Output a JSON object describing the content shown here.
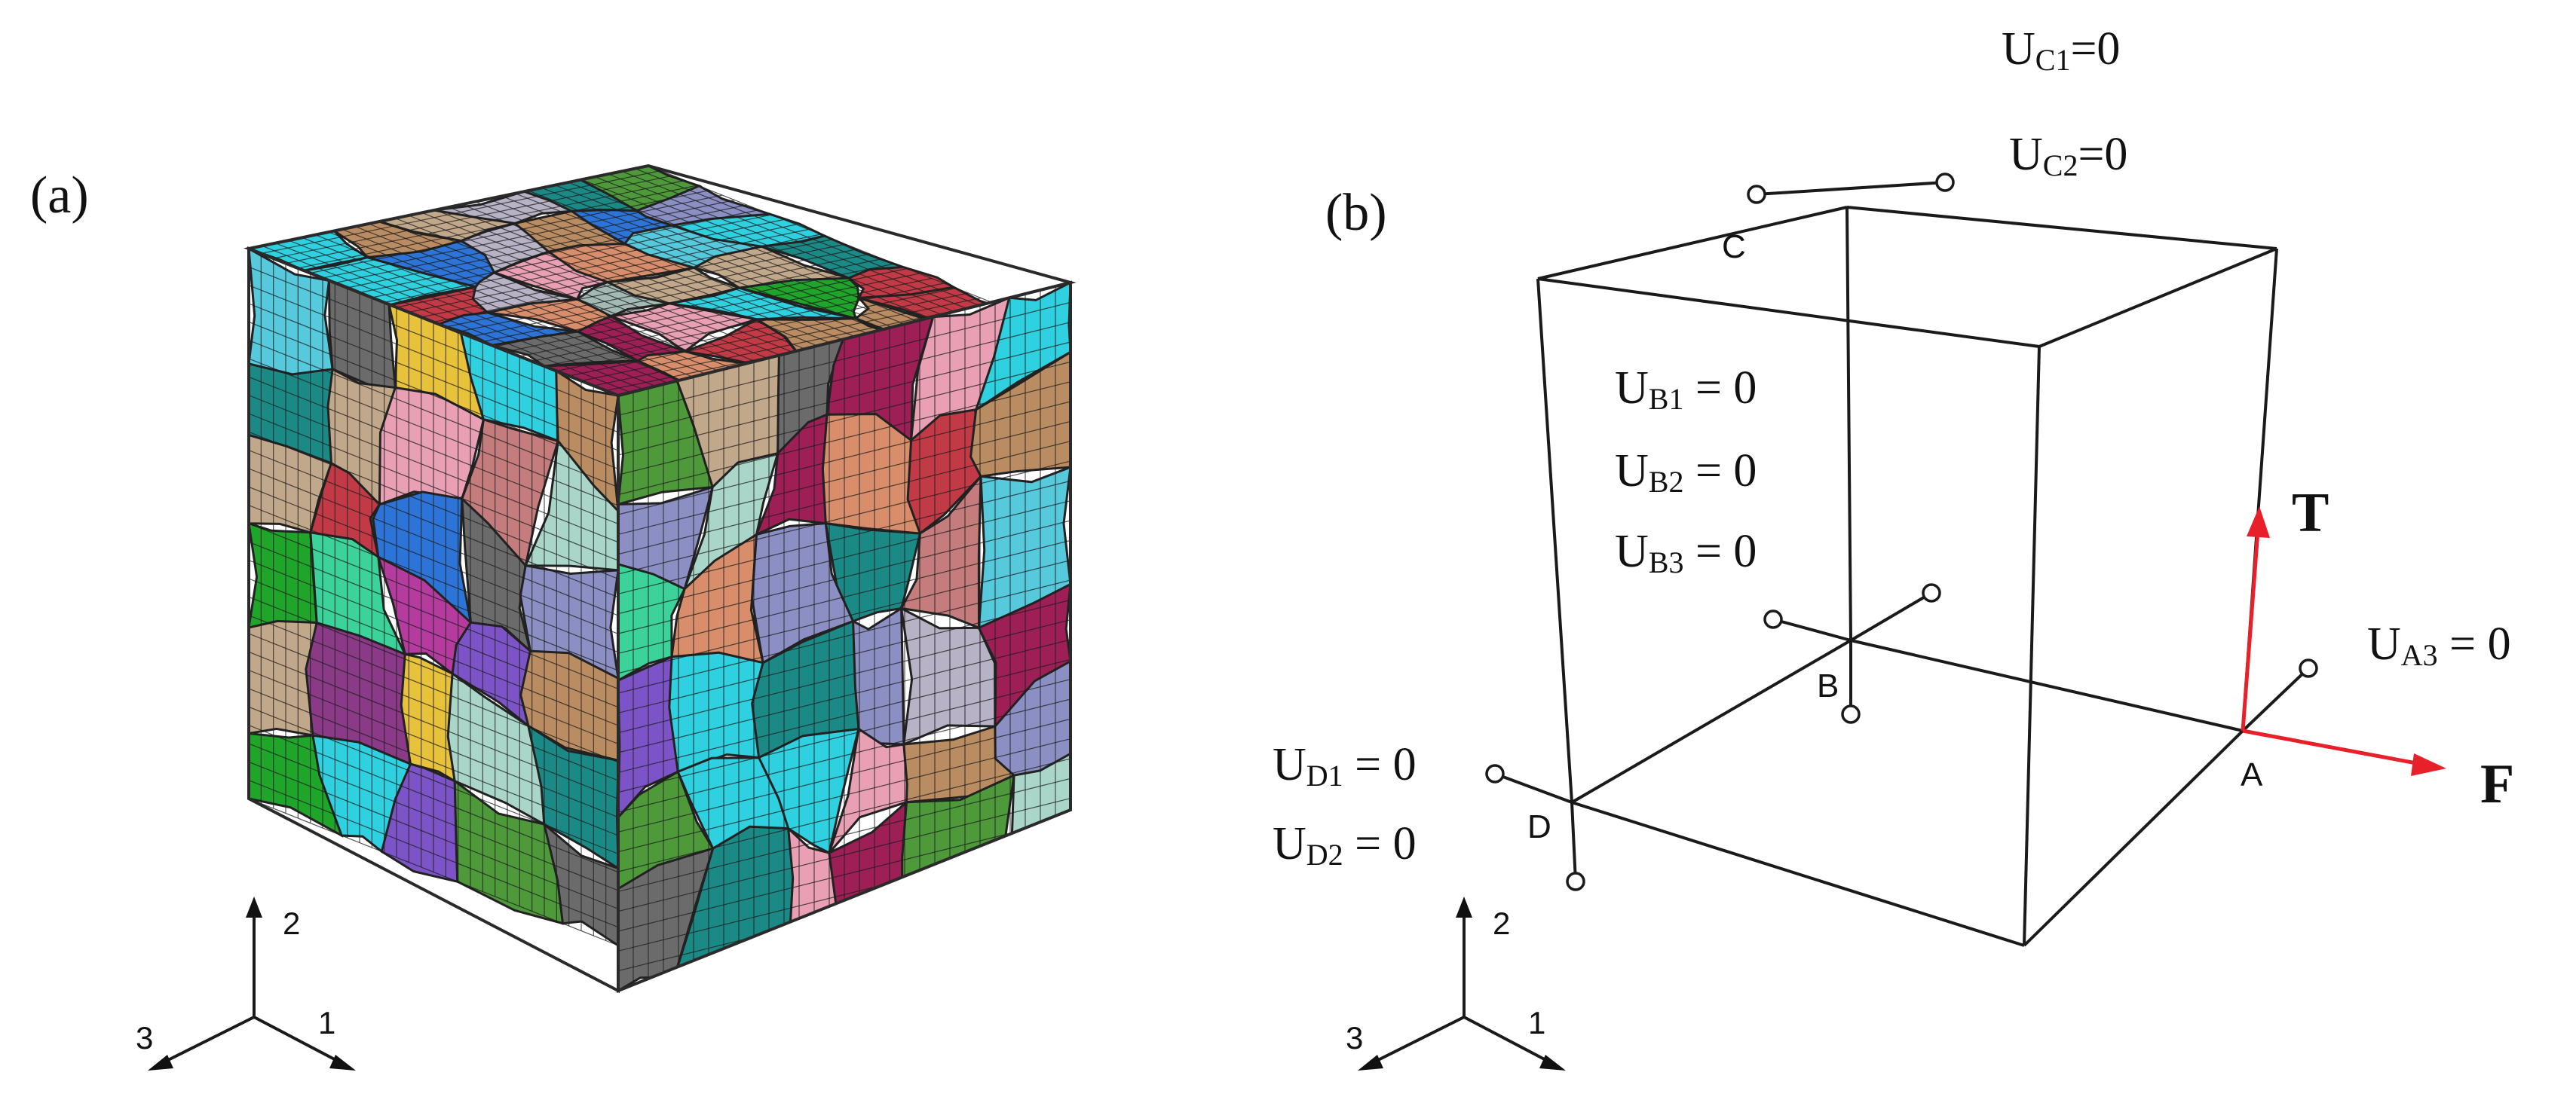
{
  "panels": {
    "a": {
      "label": "(a)"
    },
    "b": {
      "label": "(b)"
    }
  },
  "axes": {
    "axis_1": "1",
    "axis_2": "2",
    "axis_3": "3"
  },
  "points": {
    "A": "A",
    "B": "B",
    "C": "C",
    "D": "D"
  },
  "loads": {
    "T": "T",
    "F": "F"
  },
  "constraints": {
    "C": [
      {
        "var": "U",
        "sub": "C1",
        "rhs": "=0"
      },
      {
        "var": "U",
        "sub": "C2",
        "rhs": "=0"
      }
    ],
    "B": [
      {
        "var": "U",
        "sub": "B1",
        "rhs": " = 0"
      },
      {
        "var": "U",
        "sub": "B2",
        "rhs": " = 0"
      },
      {
        "var": "U",
        "sub": "B3",
        "rhs": " = 0"
      }
    ],
    "A": [
      {
        "var": "U",
        "sub": "A3",
        "rhs": " = 0"
      }
    ],
    "D": [
      {
        "var": "U",
        "sub": "D1",
        "rhs": " = 0"
      },
      {
        "var": "U",
        "sub": "D2",
        "rhs": " = 0"
      }
    ]
  },
  "grain_colors": [
    "#1fa52a",
    "#c23a46",
    "#2d74d8",
    "#b7b2c6",
    "#1b8a86",
    "#8a3a86",
    "#e9a0b5",
    "#a2b9b4",
    "#4e9a3a",
    "#9d1f55",
    "#2fd0e0",
    "#ba8c62",
    "#7d53c8",
    "#6b6b6b",
    "#c47c7c",
    "#e8c23a",
    "#8c8fc4",
    "#d98e6b",
    "#3bd39a",
    "#b53b9e",
    "#56c9dc",
    "#c2a88a",
    "#a9d6c8"
  ]
}
